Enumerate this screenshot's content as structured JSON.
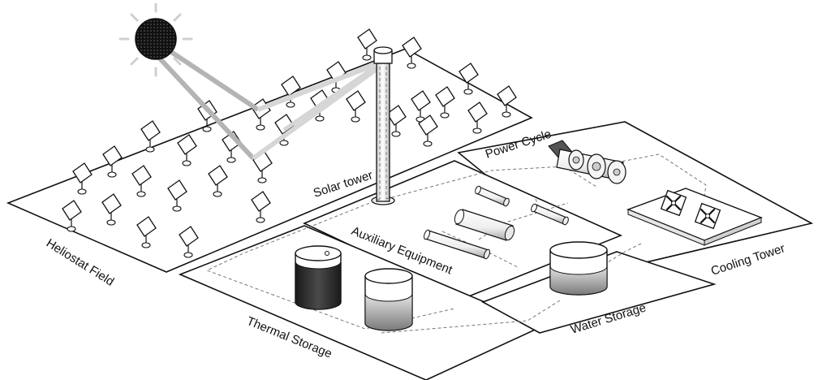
{
  "labels": {
    "heliostat_field": "Heliostat Field",
    "solar_tower": "Solar tower",
    "power_cycle": "Power Cycle",
    "auxiliary_equipment": "Auxiliary Equipment",
    "thermal_storage": "Thermal Storage",
    "water_storage": "Water Storage",
    "cooling_tower": "Cooling Tower"
  },
  "colors": {
    "outline": "#111111",
    "beam_incoming": "#b4b4b4",
    "beam_reflected": "#d6d6d6",
    "hot_fluid": "#2a2a2a",
    "cold_fluid": "#9a9a9a",
    "water": "#8c8c8c",
    "pipe": "#777777"
  },
  "icons": {
    "sun": "sun-icon",
    "heliostat": "heliostat-icon",
    "fan": "fan-icon",
    "turbine": "turbine-icon"
  }
}
